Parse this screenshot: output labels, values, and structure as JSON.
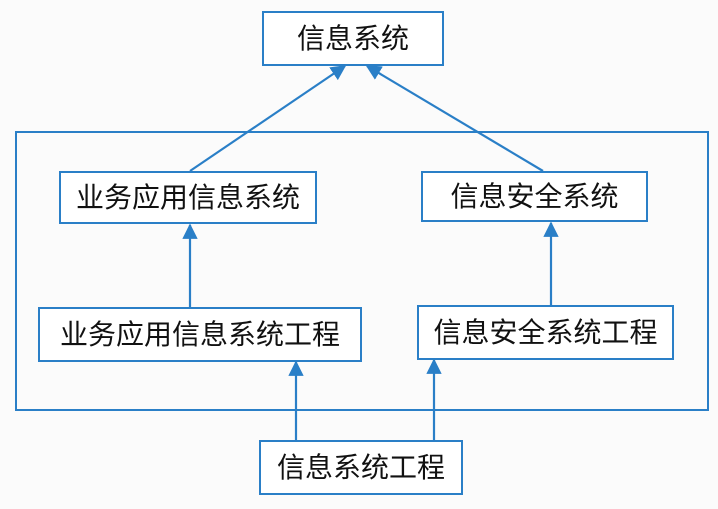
{
  "diagram": {
    "nodes": {
      "info_system": "信息系统",
      "business_app_info_system": "业务应用信息系统",
      "info_security_system": "信息安全系统",
      "business_app_info_system_engineering": "业务应用信息系统工程",
      "info_security_system_engineering": "信息安全系统工程",
      "info_system_engineering": "信息系统工程"
    },
    "edges": [
      {
        "from": "business_app_info_system",
        "to": "info_system"
      },
      {
        "from": "info_security_system",
        "to": "info_system"
      },
      {
        "from": "business_app_info_system_engineering",
        "to": "business_app_info_system"
      },
      {
        "from": "info_security_system_engineering",
        "to": "info_security_system"
      },
      {
        "from": "info_system_engineering",
        "to": "business_app_info_system_engineering"
      },
      {
        "from": "info_system_engineering",
        "to": "info_security_system_engineering"
      }
    ],
    "colors": {
      "line": "#2a7fc7",
      "text": "#111111",
      "box_fill": "#ffffff",
      "background": "#fbfbfb"
    }
  }
}
